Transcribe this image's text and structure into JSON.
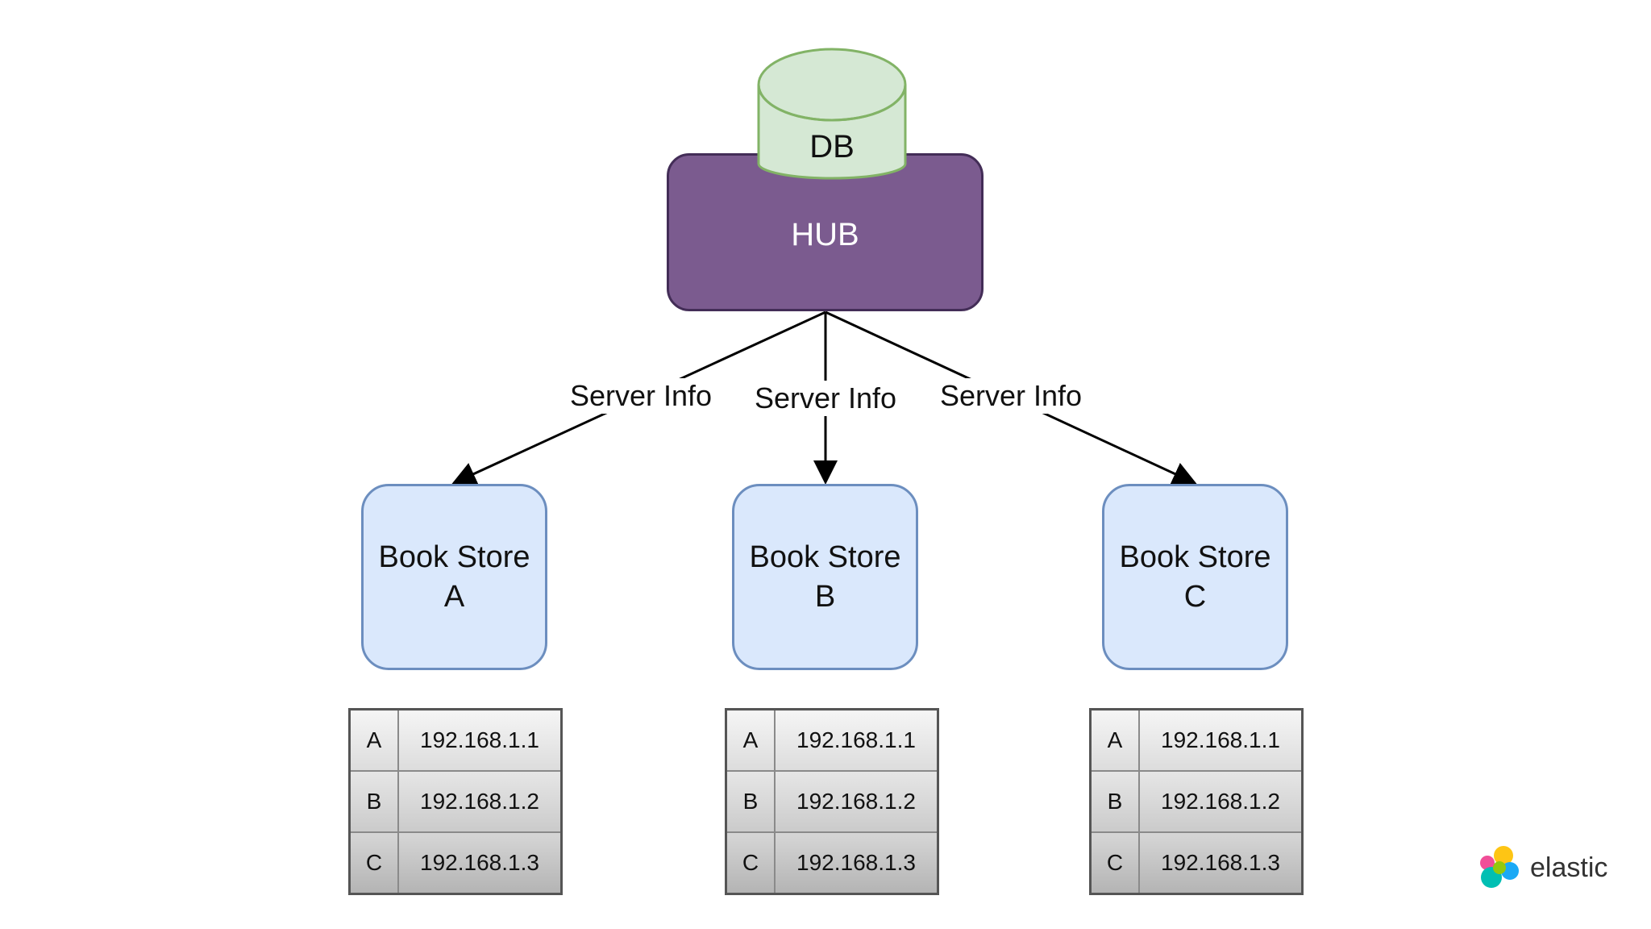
{
  "hub": {
    "label": "HUB"
  },
  "db": {
    "label": "DB"
  },
  "edges": [
    {
      "label": "Server Info"
    },
    {
      "label": "Server Info"
    },
    {
      "label": "Server Info"
    }
  ],
  "stores": [
    {
      "line1": "Book Store",
      "line2": "A"
    },
    {
      "line1": "Book Store",
      "line2": "B"
    },
    {
      "line1": "Book Store",
      "line2": "C"
    }
  ],
  "tables": [
    {
      "rows": [
        {
          "key": "A",
          "ip": "192.168.1.1"
        },
        {
          "key": "B",
          "ip": "192.168.1.2"
        },
        {
          "key": "C",
          "ip": "192.168.1.3"
        }
      ]
    },
    {
      "rows": [
        {
          "key": "A",
          "ip": "192.168.1.1"
        },
        {
          "key": "B",
          "ip": "192.168.1.2"
        },
        {
          "key": "C",
          "ip": "192.168.1.3"
        }
      ]
    },
    {
      "rows": [
        {
          "key": "A",
          "ip": "192.168.1.1"
        },
        {
          "key": "B",
          "ip": "192.168.1.2"
        },
        {
          "key": "C",
          "ip": "192.168.1.3"
        }
      ]
    }
  ],
  "logo": {
    "text": "elastic"
  },
  "colors": {
    "hub_fill": "#7b5b8f",
    "hub_stroke": "#432d57",
    "db_fill": "#d5e8d4",
    "db_stroke": "#82b366",
    "store_fill": "#dae8fc",
    "store_stroke": "#6c8ebf"
  }
}
